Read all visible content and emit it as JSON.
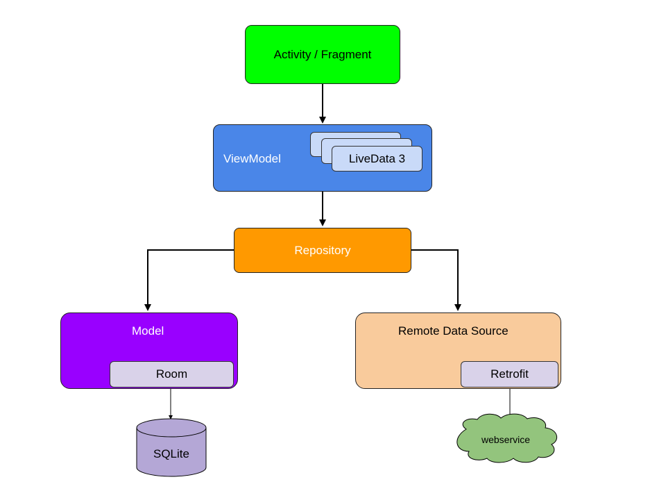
{
  "nodes": {
    "activity": {
      "label": "Activity / Fragment",
      "color": "#00ff00"
    },
    "viewmodel": {
      "label": "ViewModel",
      "color": "#4a86e8",
      "text_color": "#ffffff"
    },
    "livedata": {
      "label": "LiveData 3",
      "color": "#c9daf8"
    },
    "repository": {
      "label": "Repository",
      "color": "#ff9900",
      "text_color": "#ffffff"
    },
    "model": {
      "label": "Model",
      "color": "#9900ff",
      "text_color": "#ffffff"
    },
    "room": {
      "label": "Room",
      "color": "#d9d2e9"
    },
    "sqlite": {
      "label": "SQLite",
      "color": "#b4a7d6"
    },
    "remote": {
      "label": "Remote Data Source",
      "color": "#f9cb9c"
    },
    "retrofit": {
      "label": "Retrofit",
      "color": "#d9d2e9"
    },
    "webservice": {
      "label": "webservice",
      "color": "#93c47d"
    }
  },
  "edges": [
    {
      "from": "activity",
      "to": "viewmodel"
    },
    {
      "from": "viewmodel",
      "to": "repository"
    },
    {
      "from": "repository",
      "to": "model"
    },
    {
      "from": "repository",
      "to": "remote"
    },
    {
      "from": "room",
      "to": "sqlite"
    },
    {
      "from": "retrofit",
      "to": "webservice"
    }
  ]
}
